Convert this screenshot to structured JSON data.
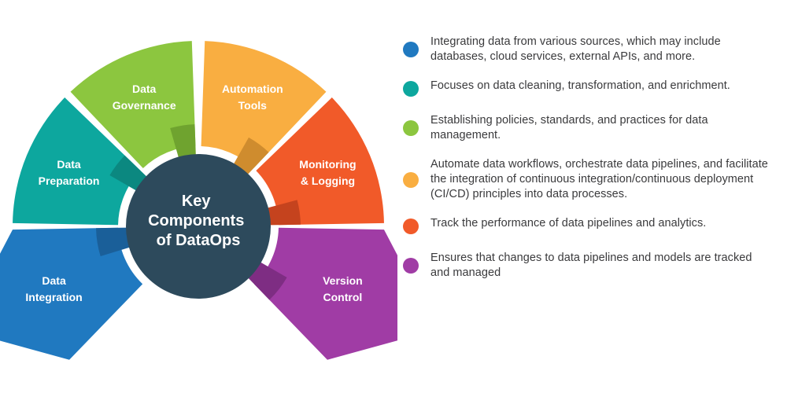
{
  "diagram": {
    "hub": {
      "title_lines": [
        "Key",
        "Components",
        "of DataOps"
      ],
      "color": "#2d4a5c"
    },
    "segments": [
      {
        "id": "data-preparation",
        "label_lines": [
          "Data",
          "Preparation"
        ],
        "color": "#0DA79E",
        "shadow_color": "#0b8880",
        "start_angle": 198,
        "end_angle": 243
      },
      {
        "id": "data-governance",
        "label_lines": [
          "Data",
          "Governance"
        ],
        "color": "#8CC63F",
        "shadow_color": "#6fa32f",
        "start_angle": 246,
        "end_angle": 291
      },
      {
        "id": "automation-tools",
        "label_lines": [
          "Automation",
          "Tools"
        ],
        "color": "#F9AE41",
        "shadow_color": "#cf8c2e",
        "start_angle": 294,
        "end_angle": 339
      },
      {
        "id": "monitoring-logging",
        "label_lines": [
          "Monitoring",
          "& Logging"
        ],
        "color": "#F15A29",
        "shadow_color": "#c5431e",
        "start_angle": 342,
        "end_angle": 27
      },
      {
        "id": "version-control",
        "label_lines": [
          "Version",
          "Control"
        ],
        "color": "#A03CA5",
        "shadow_color": "#7e2d83"
      },
      {
        "id": "data-integration",
        "label_lines": [
          "Data",
          "Integration"
        ],
        "color": "#2079C0",
        "shadow_color": "#1a5f99"
      }
    ]
  },
  "legend": {
    "items": [
      {
        "color": "#2079C0",
        "text": "Integrating data from various sources, which may include databases, cloud services, external APIs, and more."
      },
      {
        "color": "#0DA79E",
        "text": "Focuses on data cleaning, transformation, and enrichment."
      },
      {
        "color": "#8CC63F",
        "text": "Establishing policies, standards, and practices for data management."
      },
      {
        "color": "#F9AE41",
        "text": "Automate data workflows, orchestrate data pipelines, and facilitate the integration of continuous integration/continuous deployment (CI/CD) principles into data processes."
      },
      {
        "color": "#F15A29",
        "text": "Track the performance of data pipelines and analytics."
      },
      {
        "color": "#A03CA5",
        "text": "Ensures that changes to data pipelines and models are tracked and managed"
      }
    ]
  }
}
